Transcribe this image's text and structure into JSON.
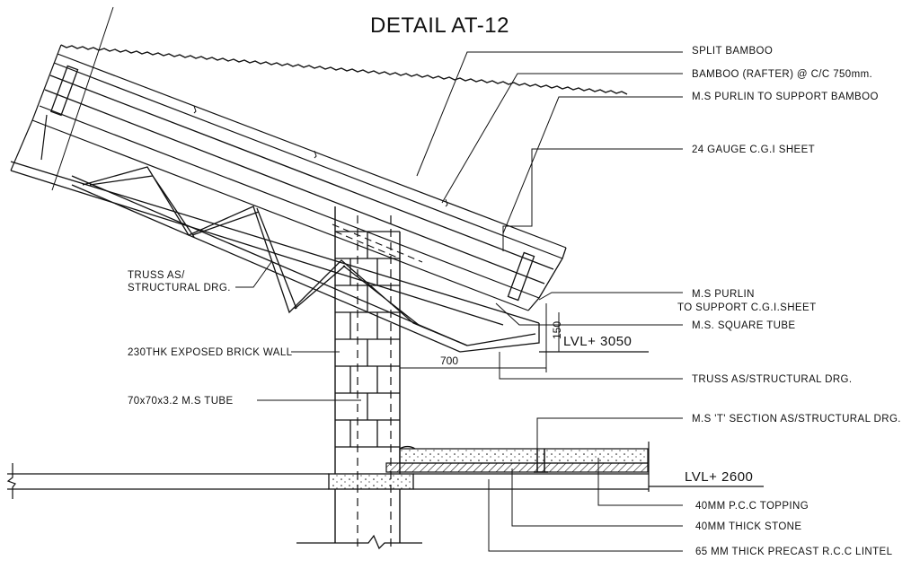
{
  "title": "DETAIL AT-12",
  "labels": {
    "split_bamboo": "SPLIT BAMBOO",
    "bamboo_rafter": "BAMBOO (RAFTER) @ C/C 750mm.",
    "ms_purlin_bamboo": "M.S PURLIN TO SUPPORT BAMBOO",
    "cgi_sheet": "24 GAUGE C.G.I SHEET",
    "ms_purlin_line1": "M.S PURLIN",
    "ms_purlin_line2": "TO SUPPORT C.G.I.SHEET",
    "ms_square_tube": "M.S. SQUARE TUBE",
    "truss_right": "TRUSS AS/STRUCTURAL DRG.",
    "t_section": "M.S 'T' SECTION  AS/STRUCTURAL DRG.",
    "pcc_topping": "40MM  P.C.C TOPPING",
    "thick_stone": "40MM THICK STONE",
    "precast_lintel": "65 MM THICK PRECAST R.C.C LINTEL",
    "truss_left_line1": "TRUSS AS/",
    "truss_left_line2": "STRUCTURAL DRG.",
    "brick_wall": "230THK EXPOSED BRICK WALL",
    "ms_tube": "70x70x3.2 M.S TUBE"
  },
  "levels": {
    "upper": "LVL+ 3050",
    "lower": "LVL+ 2600"
  },
  "dimensions": {
    "overhang": "700",
    "height": "150"
  }
}
